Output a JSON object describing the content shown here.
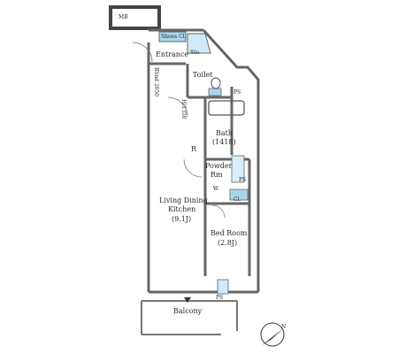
{
  "rooms": {
    "mb": "MB",
    "shoes_cl": "Shoes Cl.",
    "sto": "Sto.",
    "entrance": "Entrance",
    "toilet": "Toilet",
    "ps_top": "PS",
    "bath": "Bath",
    "bath_size": "(1418)",
    "r": "R",
    "powder_line1": "Powder",
    "powder_line2": "Rm",
    "ps_mid": "PS",
    "w_label": "W",
    "cl": "Cl.",
    "ldk_line1": "Living Dining",
    "ldk_line2": "Kitchen",
    "ldk_size": "(9.1J)",
    "bedroom": "Bed Room",
    "bedroom_size": "(2.8J)",
    "ps_bottom": "PS",
    "balcony": "Balcony",
    "north": "N"
  },
  "dims": {
    "left_dim": "Blind 2050",
    "mid_dim": "H/1350"
  },
  "colors": {
    "wall": "#5a5a5a",
    "wall_fill": "#9a9a9a",
    "line": "#555555",
    "accent_blue": "#a9d7ee"
  }
}
